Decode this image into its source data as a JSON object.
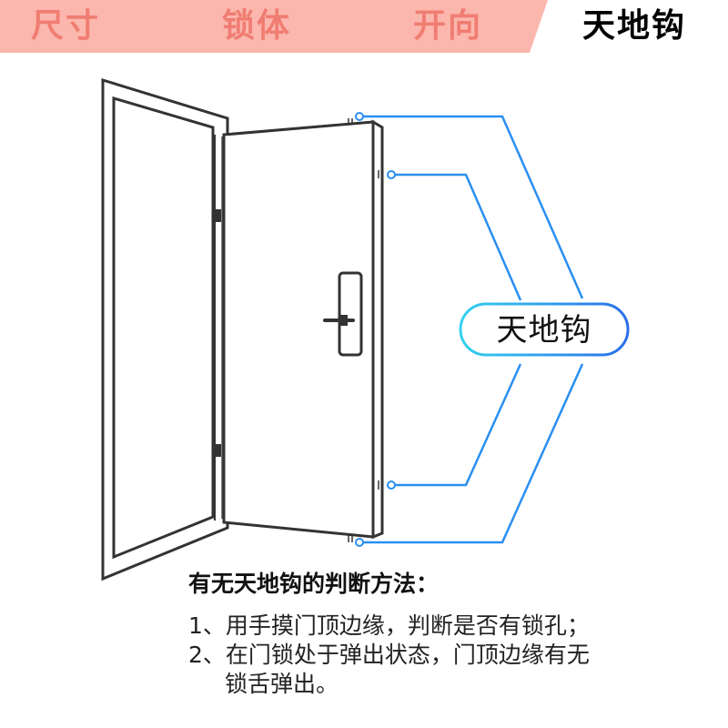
{
  "tabs": [
    {
      "label": "尺寸",
      "active": false
    },
    {
      "label": "锁体",
      "active": false
    },
    {
      "label": "开向",
      "active": false
    },
    {
      "label": "天地钩",
      "active": true
    }
  ],
  "colors": {
    "tab_bg": "#fbb6ad",
    "tab_inactive_text": "#f07d72",
    "callout_line": "#2a8ff0",
    "callout_line_light": "#35d0f0",
    "door_stroke": "#333333"
  },
  "callout": {
    "label": "天地钩"
  },
  "howto": {
    "title": "有无天地钩的判断方法：",
    "step1": "1、用手摸门顶边缘，判断是否有锁孔；",
    "step2_line1": "2、在门锁处于弹出状态，门顶边缘有无",
    "step2_line2": "锁舌弹出。"
  }
}
